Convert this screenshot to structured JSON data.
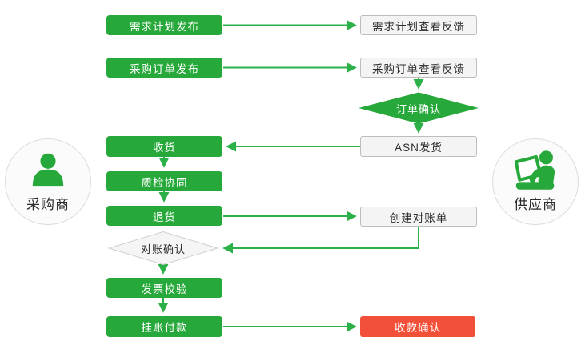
{
  "diagram": {
    "buyer_label": "采购商",
    "supplier_label": "供应商",
    "nodes": {
      "demand_plan_publish": "需求计划发布",
      "demand_plan_feedback": "需求计划查看反馈",
      "po_publish": "采购订单发布",
      "po_feedback": "采购订单查看反馈",
      "order_confirm": "订单确认",
      "asn_ship": "ASN发货",
      "receive": "收货",
      "quality_check": "质检协同",
      "return_goods": "退货",
      "create_statement": "创建对账单",
      "statement_confirm": "对账确认",
      "invoice_verify": "发票校验",
      "payment_on_account": "挂账付款",
      "payment_confirm": "收款确认"
    },
    "edges": [
      {
        "from": "demand_plan_publish",
        "to": "demand_plan_feedback"
      },
      {
        "from": "po_publish",
        "to": "po_feedback"
      },
      {
        "from": "po_feedback",
        "to": "order_confirm"
      },
      {
        "from": "order_confirm",
        "to": "asn_ship"
      },
      {
        "from": "asn_ship",
        "to": "receive"
      },
      {
        "from": "receive",
        "to": "quality_check"
      },
      {
        "from": "quality_check",
        "to": "return_goods"
      },
      {
        "from": "return_goods",
        "to": "create_statement"
      },
      {
        "from": "create_statement",
        "to": "statement_confirm"
      },
      {
        "from": "statement_confirm",
        "to": "invoice_verify"
      },
      {
        "from": "invoice_verify",
        "to": "payment_on_account"
      },
      {
        "from": "payment_on_account",
        "to": "payment_confirm"
      }
    ],
    "colors": {
      "green": "#27a83a",
      "line_green": "#2cb148",
      "red": "#f3503a",
      "node_bg": "#f4f4f4",
      "node_border": "#bdbdbd",
      "diamond_bg": "#f5f5f5",
      "diamond_border": "#cfcfcf",
      "text_dark": "#2b2b2b"
    }
  }
}
